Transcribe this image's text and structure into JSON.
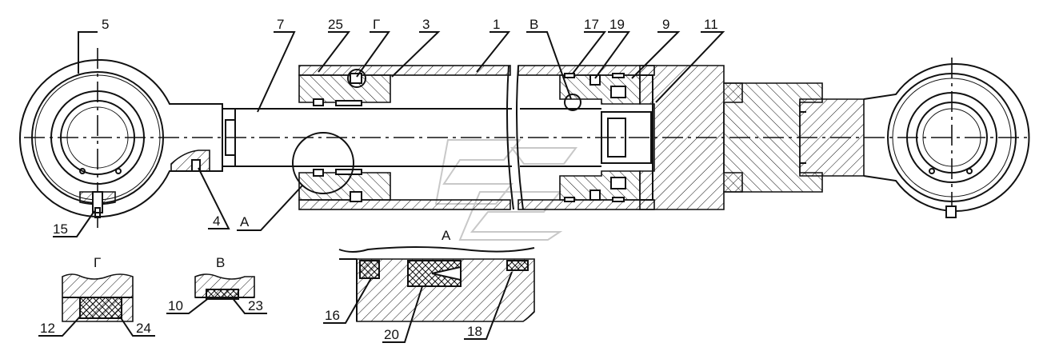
{
  "callouts": {
    "c5": "5",
    "c7": "7",
    "c25": "25",
    "c_g": "Г",
    "c3": "3",
    "c1": "1",
    "c_v": "В",
    "c17": "17",
    "c19": "19",
    "c9": "9",
    "c11": "11",
    "c15": "15",
    "c4": "4",
    "c_a": "А"
  },
  "details": {
    "detail_g": {
      "title": "Г",
      "labels": {
        "l12": "12",
        "l24": "24"
      }
    },
    "detail_v": {
      "title": "В",
      "labels": {
        "l10": "10",
        "l23": "23"
      }
    },
    "detail_a": {
      "title": "А",
      "labels": {
        "l16": "16",
        "l20": "20",
        "l18": "18"
      }
    }
  }
}
